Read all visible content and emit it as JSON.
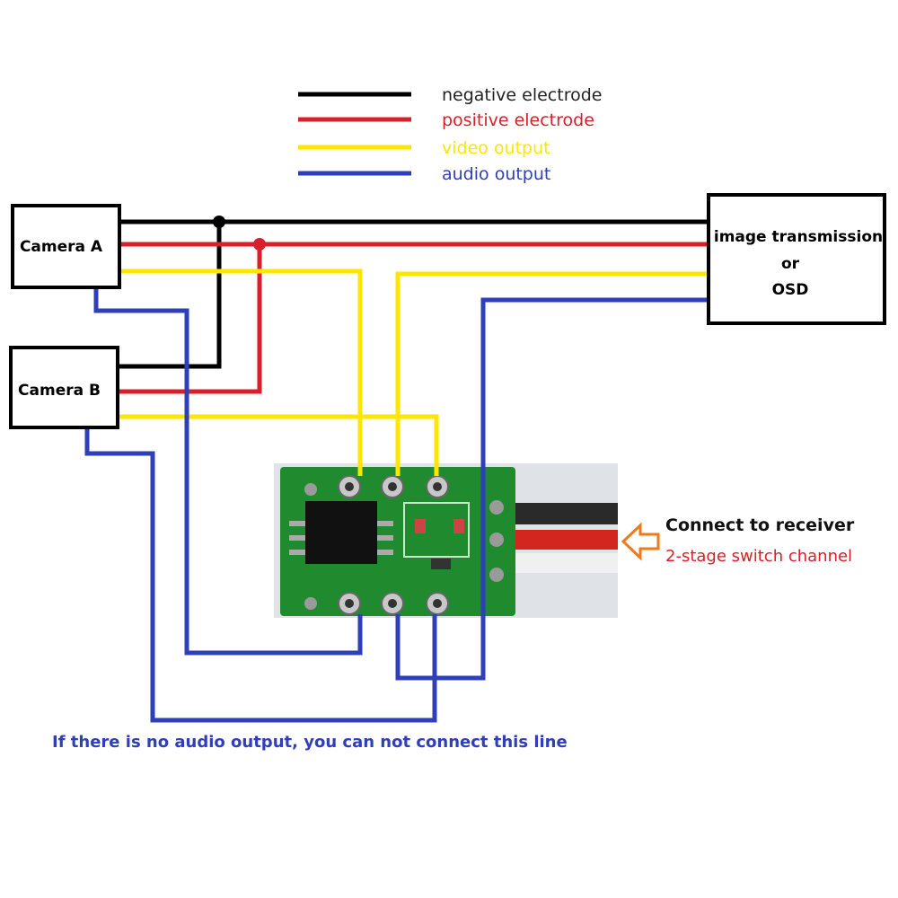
{
  "legend": {
    "items": [
      {
        "label": "negative electrode",
        "color": "#000000"
      },
      {
        "label": "positive electrode",
        "color": "#d9202a"
      },
      {
        "label": "video output",
        "color": "#ffe600"
      },
      {
        "label": "audio output",
        "color": "#2f3fb8"
      }
    ]
  },
  "boxes": {
    "camera_a": "Camera A",
    "camera_b": "Camera B",
    "receiver_line1": "image transmission",
    "receiver_line2": "or",
    "receiver_line3": "OSD"
  },
  "connect": {
    "title": "Connect to receiver",
    "subtitle": "2-stage switch channel",
    "arrow_color": "#f07a1a"
  },
  "note": "If there is no audio output, you can not connect this line",
  "colors": {
    "black": "#000000",
    "red": "#d9202a",
    "yellow": "#ffe600",
    "blue": "#2f3fb8",
    "pcb": "#1f8a2e"
  }
}
